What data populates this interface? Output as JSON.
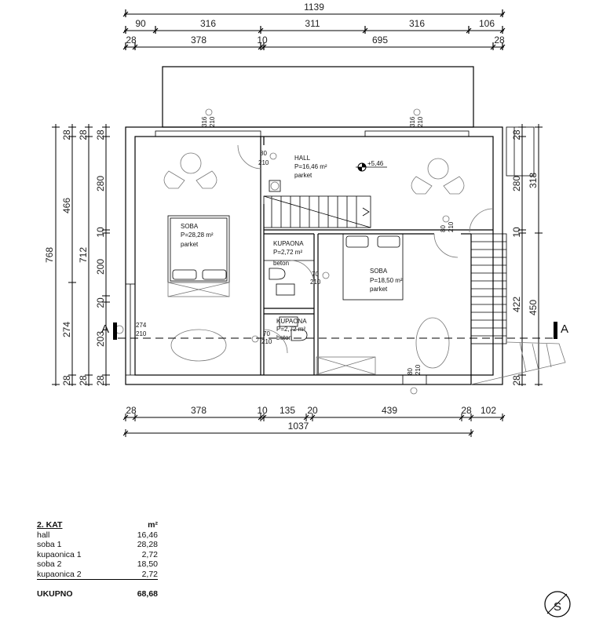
{
  "dimensions": {
    "top_total": "1139",
    "top_row2": [
      "90",
      "316",
      "311",
      "316",
      "106"
    ],
    "top_row3": [
      "28",
      "378",
      "10",
      "695",
      "28"
    ],
    "left_outer": "768",
    "left_col2": [
      "28",
      "466",
      "274",
      "28"
    ],
    "left_col3": [
      "28",
      "712",
      "28"
    ],
    "left_col4": [
      "28",
      "280",
      "10",
      "200",
      "20",
      "203",
      "28"
    ],
    "right_col1": [
      "28",
      "280",
      "10",
      "422",
      "28"
    ],
    "right_col2": [
      "318",
      "450"
    ],
    "bottom_row1": [
      "28",
      "378",
      "10",
      "135",
      "20",
      "439",
      "28",
      "102"
    ],
    "bottom_total": "1037"
  },
  "openings": {
    "window_top_left": [
      "316",
      "210"
    ],
    "window_top_right": [
      "316",
      "210"
    ],
    "door_hall": [
      "80",
      "210"
    ],
    "door_hall_right": [
      "80",
      "210"
    ],
    "door_kupaona1": [
      "70",
      "210"
    ],
    "door_kupaona2": [
      "70",
      "210"
    ],
    "window_left": [
      "274",
      "210"
    ],
    "window_bottom": [
      "80",
      "210"
    ]
  },
  "rooms": {
    "hall": {
      "name": "HALL",
      "area": "P=16,46 m²",
      "floor": "parket"
    },
    "soba1": {
      "name": "SOBA",
      "area": "P=28,28 m²",
      "floor": "parket"
    },
    "kupaona1": {
      "name": "KUPAONA",
      "area": "P=2,72 m²",
      "floor": "beton"
    },
    "soba2": {
      "name": "SOBA",
      "area": "P=18,50 m²",
      "floor": "parket"
    },
    "kupaona2": {
      "name": "KUPAONA",
      "area": "P=2,72 m²",
      "floor": "beton"
    }
  },
  "level_mark": "+5,46",
  "section_marker": "A",
  "north_marker": "S",
  "table": {
    "title": "2. KAT",
    "unit": "m²",
    "rows": [
      {
        "name": "hall",
        "value": "16,46"
      },
      {
        "name": "soba 1",
        "value": "28,28"
      },
      {
        "name": "kupaonica 1",
        "value": "2,72"
      },
      {
        "name": "soba 2",
        "value": "18,50"
      },
      {
        "name": "kupaonica 2",
        "value": "2,72"
      }
    ],
    "total_label": "UKUPNO",
    "total_value": "68,68"
  }
}
